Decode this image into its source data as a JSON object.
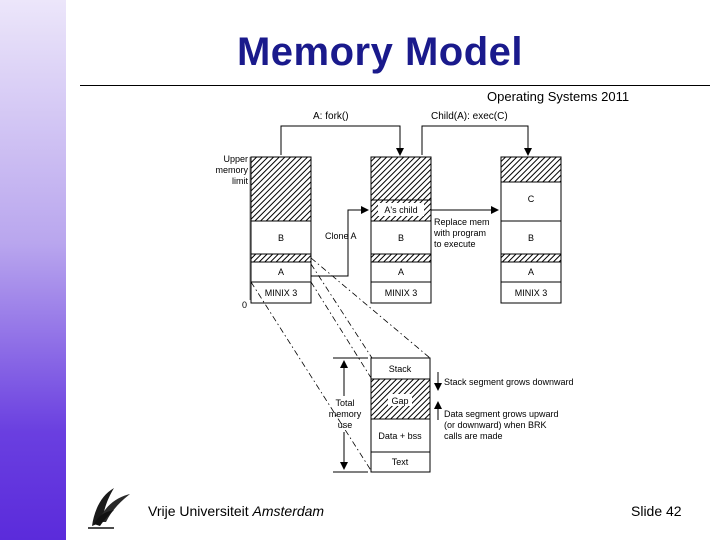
{
  "slide": {
    "title": "Memory Model",
    "subtitle": "Operating Systems 2011",
    "footer": {
      "university_roman": "Vrije Universiteit ",
      "university_italic": "Amsterdam",
      "slide_number": "Slide 42"
    }
  },
  "diagram": {
    "top_labels": {
      "fork": "A: fork()",
      "exec": "Child(A): exec(C)"
    },
    "left_labels": {
      "upper_1": "Upper",
      "upper_2": "memory",
      "upper_3": "limit",
      "zero": "0"
    },
    "columns": [
      {
        "cells": [
          "",
          "B",
          "A",
          "MINIX 3"
        ]
      },
      {
        "cells": [
          "A's child",
          "B",
          "A",
          "MINIX 3"
        ]
      },
      {
        "cells": [
          "C",
          "B",
          "A",
          "MINIX 3"
        ]
      }
    ],
    "arrow_labels": {
      "clone": "Clone A",
      "replace_1": "Replace mem",
      "replace_2": "with program",
      "replace_3": "to execute"
    },
    "detail": {
      "cells": [
        "Stack",
        "Gap",
        "Data + bss",
        "Text"
      ],
      "left": [
        "Total",
        "memory",
        "use"
      ],
      "right": [
        "Stack segment grows downward",
        "Data segment grows upward",
        "(or downward) when BRK",
        "calls are made"
      ]
    }
  }
}
